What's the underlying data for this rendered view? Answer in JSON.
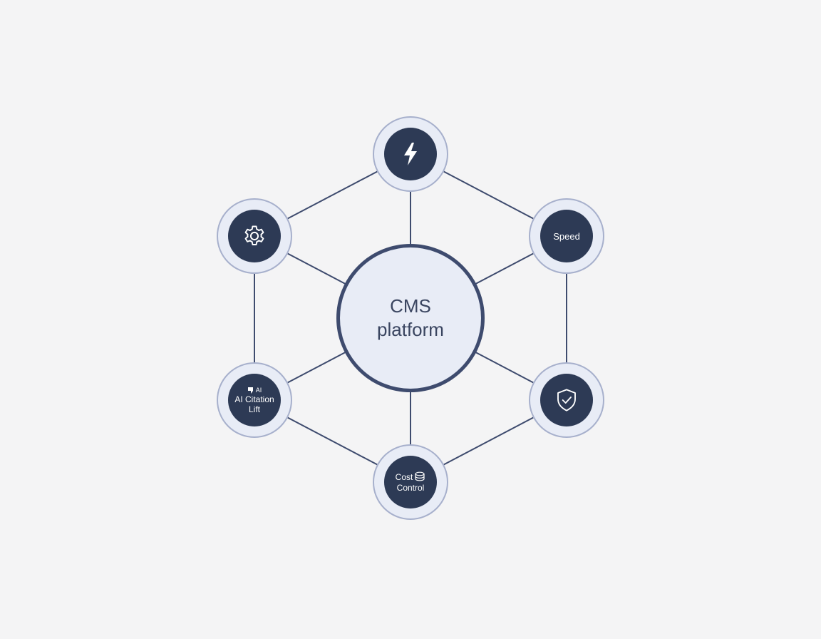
{
  "colors": {
    "background": "#f4f4f5",
    "edge": "#3e4b6e",
    "node_ring_fill": "#e8ecf6",
    "node_ring_border": "#a7b0cc",
    "node_core": "#2d3a55",
    "hub_border": "#3e4b6e",
    "hub_text": "#3a4560"
  },
  "hub": {
    "label": "CMS\nplatform"
  },
  "nodes": [
    {
      "id": "top",
      "icon": "lightning-bolt-icon",
      "label": ""
    },
    {
      "id": "upper-left",
      "icon": "gear-icon",
      "label": ""
    },
    {
      "id": "upper-right",
      "icon": "",
      "label": "Speed"
    },
    {
      "id": "lower-left",
      "icon": "quote-ai-icon",
      "icon_text": "AI",
      "label_line1": "AI Citation",
      "label_line2": "Lift"
    },
    {
      "id": "lower-right",
      "icon": "shield-check-icon",
      "label": ""
    },
    {
      "id": "bottom",
      "icon": "coin-stack-icon",
      "label_line1": "Cost",
      "label_line2": "Control"
    }
  ]
}
